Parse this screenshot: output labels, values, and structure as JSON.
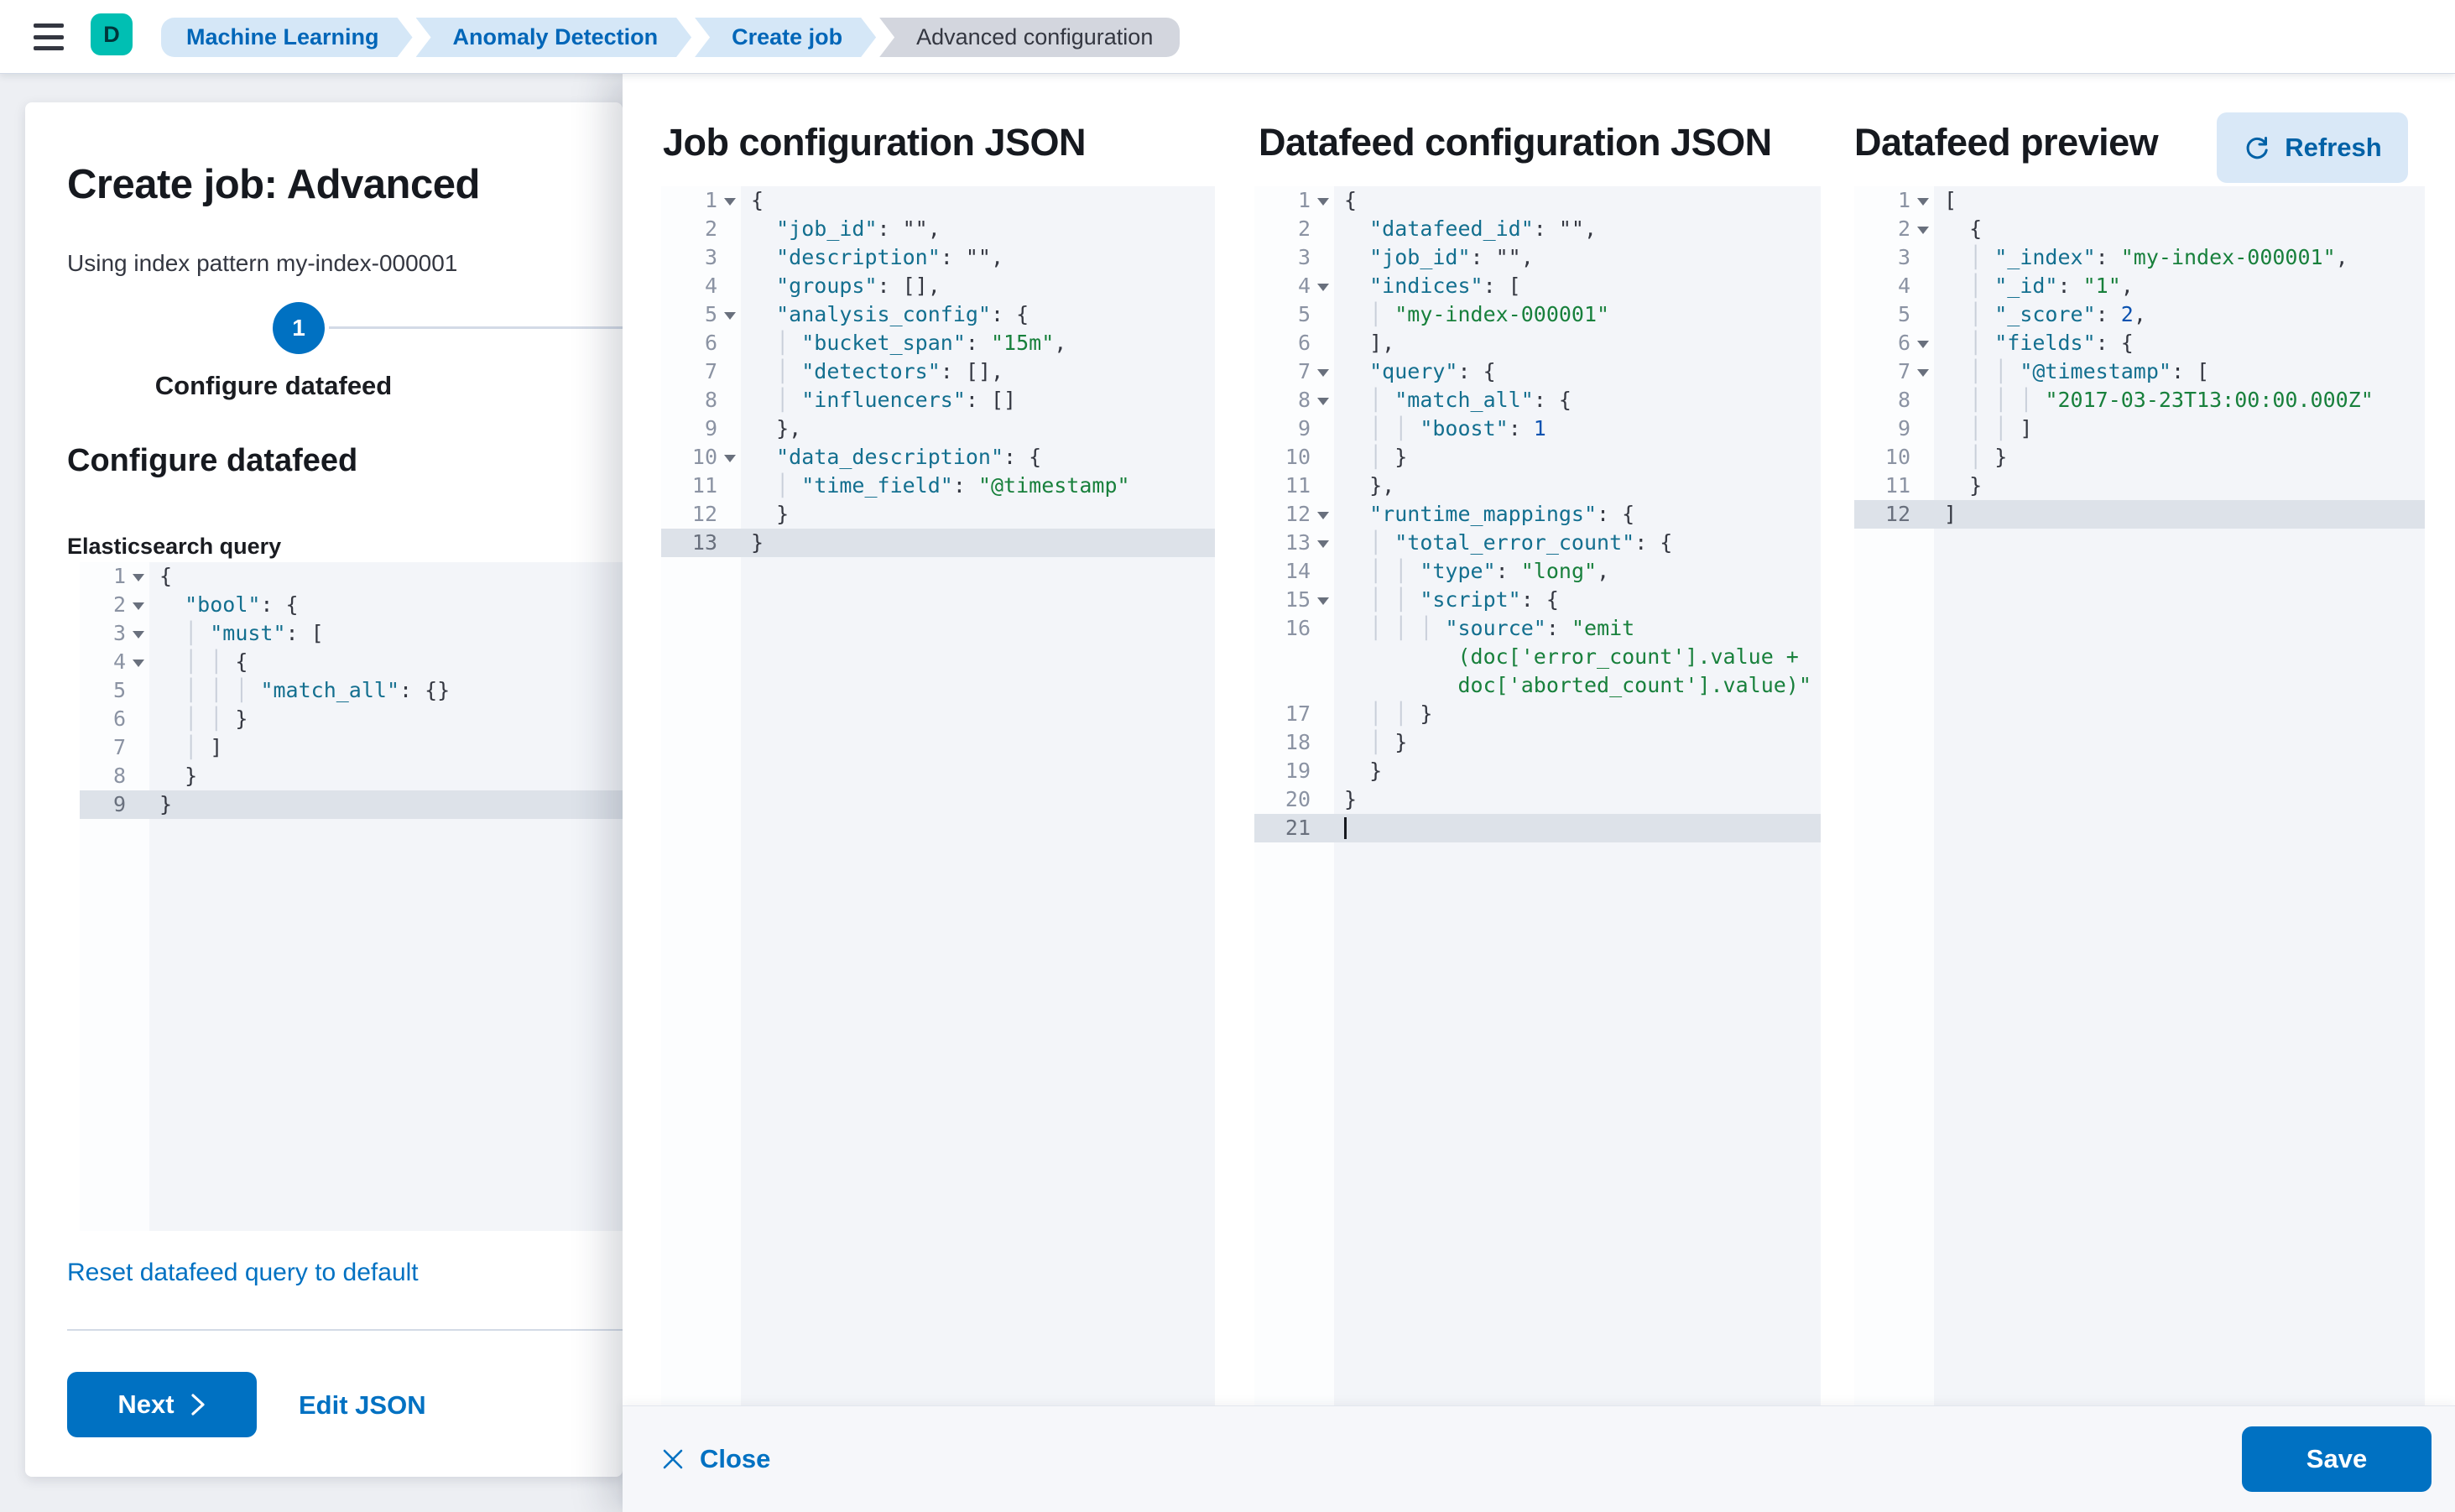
{
  "topbar": {
    "logo_letter": "D",
    "breadcrumbs": [
      {
        "label": "Machine Learning"
      },
      {
        "label": "Anomaly Detection"
      },
      {
        "label": "Create job"
      },
      {
        "label": "Advanced configuration"
      }
    ]
  },
  "left_panel": {
    "title": "Create job: Advanced",
    "subtitle": "Using index pattern my-index-000001",
    "step": {
      "number": "1",
      "label": "Configure datafeed"
    },
    "section_title": "Configure datafeed",
    "query_label": "Elasticsearch query",
    "reset_link": "Reset datafeed query to default",
    "next_label": "Next",
    "edit_json_label": "Edit JSON"
  },
  "flyout": {
    "columns": [
      {
        "id": "job_config",
        "title": "Job configuration JSON"
      },
      {
        "id": "datafeed_config",
        "title": "Datafeed configuration JSON"
      },
      {
        "id": "datafeed_preview",
        "title": "Datafeed preview"
      }
    ],
    "refresh_label": "Refresh",
    "close_label": "Close",
    "save_label": "Save"
  },
  "colors": {
    "accent": "#0071c2",
    "brand_teal": "#00bfb3",
    "breadcrumb_blue_bg": "#d5e7f7",
    "breadcrumb_text": "#0066b8",
    "code_key": "#136f8f",
    "code_string": "#18803c",
    "code_number": "#0b52b0",
    "active_line_bg": "#dde2e9"
  },
  "editors": {
    "es_query": {
      "lines": [
        {
          "n": "1",
          "f": 1,
          "i": 0,
          "seg": [
            [
              "p",
              "{"
            ]
          ]
        },
        {
          "n": "2",
          "f": 1,
          "i": 1,
          "seg": [
            [
              "k",
              "\"bool\""
            ],
            [
              "p",
              ": {"
            ]
          ]
        },
        {
          "n": "3",
          "f": 1,
          "i": 2,
          "seg": [
            [
              "k",
              "\"must\""
            ],
            [
              "p",
              ": ["
            ]
          ]
        },
        {
          "n": "4",
          "f": 1,
          "i": 3,
          "seg": [
            [
              "p",
              "{"
            ]
          ]
        },
        {
          "n": "5",
          "i": 4,
          "seg": [
            [
              "k",
              "\"match_all\""
            ],
            [
              "p",
              ": {}"
            ]
          ]
        },
        {
          "n": "6",
          "i": 3,
          "seg": [
            [
              "p",
              "}"
            ]
          ]
        },
        {
          "n": "7",
          "i": 2,
          "seg": [
            [
              "p",
              "]"
            ]
          ]
        },
        {
          "n": "8",
          "i": 1,
          "seg": [
            [
              "p",
              "}"
            ]
          ]
        },
        {
          "n": "9",
          "i": 0,
          "a": 1,
          "seg": [
            [
              "p",
              "}"
            ]
          ]
        }
      ]
    },
    "job_config": {
      "lines": [
        {
          "n": "1",
          "f": 1,
          "i": 0,
          "seg": [
            [
              "p",
              "{"
            ]
          ]
        },
        {
          "n": "2",
          "i": 1,
          "seg": [
            [
              "k",
              "\"job_id\""
            ],
            [
              "p",
              ": \"\","
            ]
          ]
        },
        {
          "n": "3",
          "i": 1,
          "seg": [
            [
              "k",
              "\"description\""
            ],
            [
              "p",
              ": \"\","
            ]
          ]
        },
        {
          "n": "4",
          "i": 1,
          "seg": [
            [
              "k",
              "\"groups\""
            ],
            [
              "p",
              ": [],"
            ]
          ]
        },
        {
          "n": "5",
          "f": 1,
          "i": 1,
          "seg": [
            [
              "k",
              "\"analysis_config\""
            ],
            [
              "p",
              ": {"
            ]
          ]
        },
        {
          "n": "6",
          "i": 2,
          "seg": [
            [
              "k",
              "\"bucket_span\""
            ],
            [
              "p",
              ": "
            ],
            [
              "s",
              "\"15m\""
            ],
            [
              "p",
              ","
            ]
          ]
        },
        {
          "n": "7",
          "i": 2,
          "seg": [
            [
              "k",
              "\"detectors\""
            ],
            [
              "p",
              ": [],"
            ]
          ]
        },
        {
          "n": "8",
          "i": 2,
          "seg": [
            [
              "k",
              "\"influencers\""
            ],
            [
              "p",
              ": []"
            ]
          ]
        },
        {
          "n": "9",
          "i": 1,
          "seg": [
            [
              "p",
              "},"
            ]
          ]
        },
        {
          "n": "10",
          "f": 1,
          "i": 1,
          "seg": [
            [
              "k",
              "\"data_description\""
            ],
            [
              "p",
              ": {"
            ]
          ]
        },
        {
          "n": "11",
          "i": 2,
          "seg": [
            [
              "k",
              "\"time_field\""
            ],
            [
              "p",
              ": "
            ],
            [
              "s",
              "\"@timestamp\""
            ]
          ]
        },
        {
          "n": "12",
          "i": 1,
          "seg": [
            [
              "p",
              "}"
            ]
          ]
        },
        {
          "n": "13",
          "i": 0,
          "a": 1,
          "seg": [
            [
              "p",
              "}"
            ]
          ]
        }
      ]
    },
    "datafeed_config": {
      "lines": [
        {
          "n": "1",
          "f": 1,
          "i": 0,
          "seg": [
            [
              "p",
              "{"
            ]
          ]
        },
        {
          "n": "2",
          "i": 1,
          "seg": [
            [
              "k",
              "\"datafeed_id\""
            ],
            [
              "p",
              ": \"\","
            ]
          ]
        },
        {
          "n": "3",
          "i": 1,
          "seg": [
            [
              "k",
              "\"job_id\""
            ],
            [
              "p",
              ": \"\","
            ]
          ]
        },
        {
          "n": "4",
          "f": 1,
          "i": 1,
          "seg": [
            [
              "k",
              "\"indices\""
            ],
            [
              "p",
              ": ["
            ]
          ]
        },
        {
          "n": "5",
          "i": 2,
          "seg": [
            [
              "s",
              "\"my-index-000001\""
            ]
          ]
        },
        {
          "n": "6",
          "i": 1,
          "seg": [
            [
              "p",
              "],"
            ]
          ]
        },
        {
          "n": "7",
          "f": 1,
          "i": 1,
          "seg": [
            [
              "k",
              "\"query\""
            ],
            [
              "p",
              ": {"
            ]
          ]
        },
        {
          "n": "8",
          "f": 1,
          "i": 2,
          "seg": [
            [
              "k",
              "\"match_all\""
            ],
            [
              "p",
              ": {"
            ]
          ]
        },
        {
          "n": "9",
          "i": 3,
          "seg": [
            [
              "k",
              "\"boost\""
            ],
            [
              "p",
              ": "
            ],
            [
              "n2",
              "1"
            ]
          ]
        },
        {
          "n": "10",
          "i": 2,
          "seg": [
            [
              "p",
              "}"
            ]
          ]
        },
        {
          "n": "11",
          "i": 1,
          "seg": [
            [
              "p",
              "},"
            ]
          ]
        },
        {
          "n": "12",
          "f": 1,
          "i": 1,
          "seg": [
            [
              "k",
              "\"runtime_mappings\""
            ],
            [
              "p",
              ": {"
            ]
          ]
        },
        {
          "n": "13",
          "f": 1,
          "i": 2,
          "seg": [
            [
              "k",
              "\"total_error_count\""
            ],
            [
              "p",
              ": {"
            ]
          ]
        },
        {
          "n": "14",
          "i": 3,
          "seg": [
            [
              "k",
              "\"type\""
            ],
            [
              "p",
              ": "
            ],
            [
              "s",
              "\"long\""
            ],
            [
              "p",
              ","
            ]
          ]
        },
        {
          "n": "15",
          "f": 1,
          "i": 3,
          "seg": [
            [
              "k",
              "\"script\""
            ],
            [
              "p",
              ": {"
            ]
          ]
        },
        {
          "n": "16",
          "i": 4,
          "seg": [
            [
              "k",
              "\"source\""
            ],
            [
              "p",
              ": "
            ],
            [
              "s",
              "\"emit"
            ]
          ]
        },
        {
          "sp": 9,
          "seg": [
            [
              "s",
              "(doc['error_count'].value +"
            ]
          ]
        },
        {
          "sp": 9,
          "seg": [
            [
              "s",
              "doc['aborted_count'].value)\""
            ]
          ]
        },
        {
          "n": "17",
          "i": 3,
          "seg": [
            [
              "p",
              "}"
            ]
          ]
        },
        {
          "n": "18",
          "i": 2,
          "seg": [
            [
              "p",
              "}"
            ]
          ]
        },
        {
          "n": "19",
          "i": 1,
          "seg": [
            [
              "p",
              "}"
            ]
          ]
        },
        {
          "n": "20",
          "i": 0,
          "seg": [
            [
              "p",
              "}"
            ]
          ]
        },
        {
          "n": "21",
          "i": 0,
          "a": 1,
          "c": 1,
          "seg": []
        }
      ]
    },
    "datafeed_preview": {
      "lines": [
        {
          "n": "1",
          "f": 1,
          "i": 0,
          "seg": [
            [
              "p",
              "["
            ]
          ]
        },
        {
          "n": "2",
          "f": 1,
          "i": 1,
          "seg": [
            [
              "p",
              "{"
            ]
          ]
        },
        {
          "n": "3",
          "i": 2,
          "seg": [
            [
              "k",
              "\"_index\""
            ],
            [
              "p",
              ": "
            ],
            [
              "s",
              "\"my-index-000001\""
            ],
            [
              "p",
              ","
            ]
          ]
        },
        {
          "n": "4",
          "i": 2,
          "seg": [
            [
              "k",
              "\"_id\""
            ],
            [
              "p",
              ": "
            ],
            [
              "s",
              "\"1\""
            ],
            [
              "p",
              ","
            ]
          ]
        },
        {
          "n": "5",
          "i": 2,
          "seg": [
            [
              "k",
              "\"_score\""
            ],
            [
              "p",
              ": "
            ],
            [
              "n2",
              "2"
            ],
            [
              "p",
              ","
            ]
          ]
        },
        {
          "n": "6",
          "f": 1,
          "i": 2,
          "seg": [
            [
              "k",
              "\"fields\""
            ],
            [
              "p",
              ": {"
            ]
          ]
        },
        {
          "n": "7",
          "f": 1,
          "i": 3,
          "seg": [
            [
              "k",
              "\"@timestamp\""
            ],
            [
              "p",
              ": ["
            ]
          ]
        },
        {
          "n": "8",
          "i": 4,
          "seg": [
            [
              "s",
              "\"2017-03-23T13:00:00.000Z\""
            ]
          ]
        },
        {
          "n": "9",
          "i": 3,
          "seg": [
            [
              "p",
              "]"
            ]
          ]
        },
        {
          "n": "10",
          "i": 2,
          "seg": [
            [
              "p",
              "}"
            ]
          ]
        },
        {
          "n": "11",
          "i": 1,
          "seg": [
            [
              "p",
              "}"
            ]
          ]
        },
        {
          "n": "12",
          "i": 0,
          "a": 1,
          "seg": [
            [
              "p",
              "]"
            ]
          ]
        }
      ]
    }
  }
}
